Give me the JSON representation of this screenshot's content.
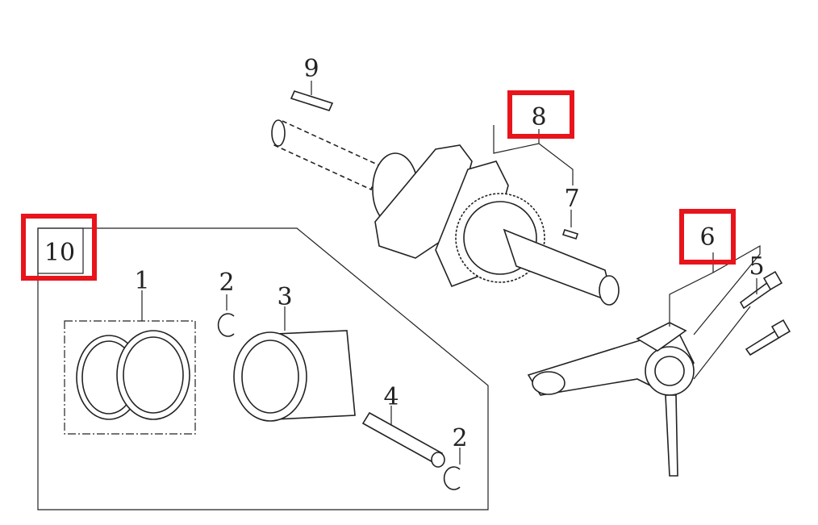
{
  "diagram": {
    "title": "Crankshaft, piston and connecting rod exploded view",
    "callouts": [
      {
        "id": "9",
        "label": "9",
        "highlighted": false
      },
      {
        "id": "8",
        "label": "8",
        "highlighted": true
      },
      {
        "id": "7",
        "label": "7",
        "highlighted": false
      },
      {
        "id": "6",
        "label": "6",
        "highlighted": true
      },
      {
        "id": "5",
        "label": "5",
        "highlighted": false
      },
      {
        "id": "10",
        "label": "10",
        "highlighted": true
      },
      {
        "id": "1",
        "label": "1",
        "highlighted": false
      },
      {
        "id": "2a",
        "label": "2",
        "highlighted": false
      },
      {
        "id": "3",
        "label": "3",
        "highlighted": false
      },
      {
        "id": "4",
        "label": "4",
        "highlighted": false
      },
      {
        "id": "2b",
        "label": "2",
        "highlighted": false
      }
    ],
    "highlight_color": "#e8141c"
  }
}
